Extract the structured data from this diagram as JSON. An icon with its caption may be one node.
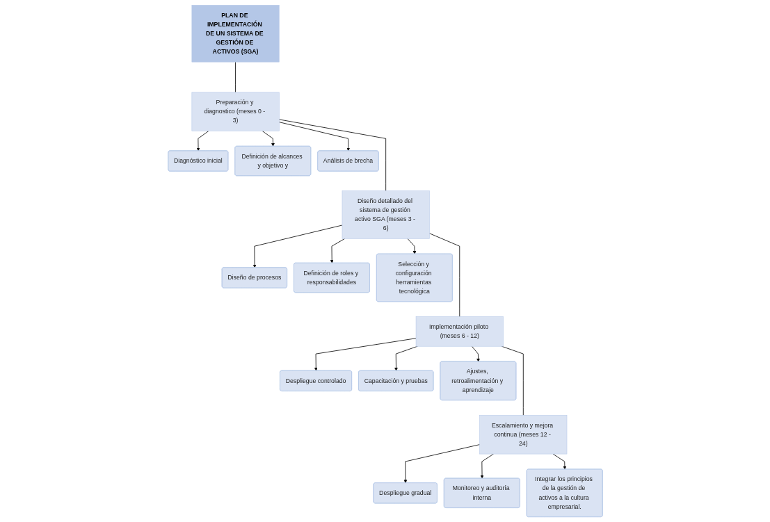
{
  "diagram": {
    "nodes": [
      {
        "text": [
          "PLAN DE IMPLEMENTACIÓN DE UN SISTEMA DE GESTIÓN DE ACTIVOS (SGA)"
        ]
      },
      {
        "text": [
          "Preparación y diagnostico (meses 0 - 3)"
        ]
      },
      {
        "text": [
          "Diagnóstico inicial"
        ]
      },
      {
        "text": [
          "Definición de alcances y objetivo y"
        ]
      },
      {
        "text": [
          "Análisis de brecha"
        ]
      },
      {
        "text": [
          "Diseño detallado del sistema de gestión activo SGA (meses 3 - 6)"
        ]
      },
      {
        "text": [
          "Diseño de procesos"
        ]
      },
      {
        "text": [
          "Definición de roles y responsabilidades"
        ]
      },
      {
        "text": [
          "Selección y configuración herramientas tecnológica"
        ]
      },
      {
        "text": [
          "Implementación piloto (meses 6 - 12)"
        ]
      },
      {
        "text": [
          "Despliegue controlado"
        ]
      },
      {
        "text": [
          "Capacitación y pruebas"
        ]
      },
      {
        "text": [
          "Ajustes, retroalimentación y aprendizaje"
        ]
      },
      {
        "text": [
          "Escalamiento y mejora continua (meses 12 - 24)"
        ]
      },
      {
        "text": [
          "Despliegue gradual"
        ]
      },
      {
        "text": [
          "Monitoreo y auditoría interna"
        ]
      },
      {
        "text": [
          "Integrar los principios de la gestión de activos a la cultura empresarial."
        ]
      }
    ],
    "edges": [
      {
        "from": 0,
        "to": 1,
        "arrow": "none"
      },
      {
        "from": 1,
        "to": 5,
        "arrow": "none"
      },
      {
        "from": 5,
        "to": 9,
        "arrow": "none"
      },
      {
        "from": 9,
        "to": 13,
        "arrow": "none"
      },
      {
        "from": 1,
        "to": 2,
        "arrow": "to"
      },
      {
        "from": 1,
        "to": 3,
        "arrow": "to"
      },
      {
        "from": 1,
        "to": 4,
        "arrow": "to"
      },
      {
        "from": 5,
        "to": 6,
        "arrow": "to"
      },
      {
        "from": 5,
        "to": 7,
        "arrow": "to"
      },
      {
        "from": 5,
        "to": 8,
        "arrow": "to"
      },
      {
        "from": 9,
        "to": 10,
        "arrow": "to"
      },
      {
        "from": 9,
        "to": 11,
        "arrow": "to"
      },
      {
        "from": 9,
        "to": 12,
        "arrow": "to"
      },
      {
        "from": 13,
        "to": 14,
        "arrow": "to"
      },
      {
        "from": 13,
        "to": 15,
        "arrow": "to"
      },
      {
        "from": 13,
        "to": 16,
        "arrow": "to"
      }
    ]
  }
}
